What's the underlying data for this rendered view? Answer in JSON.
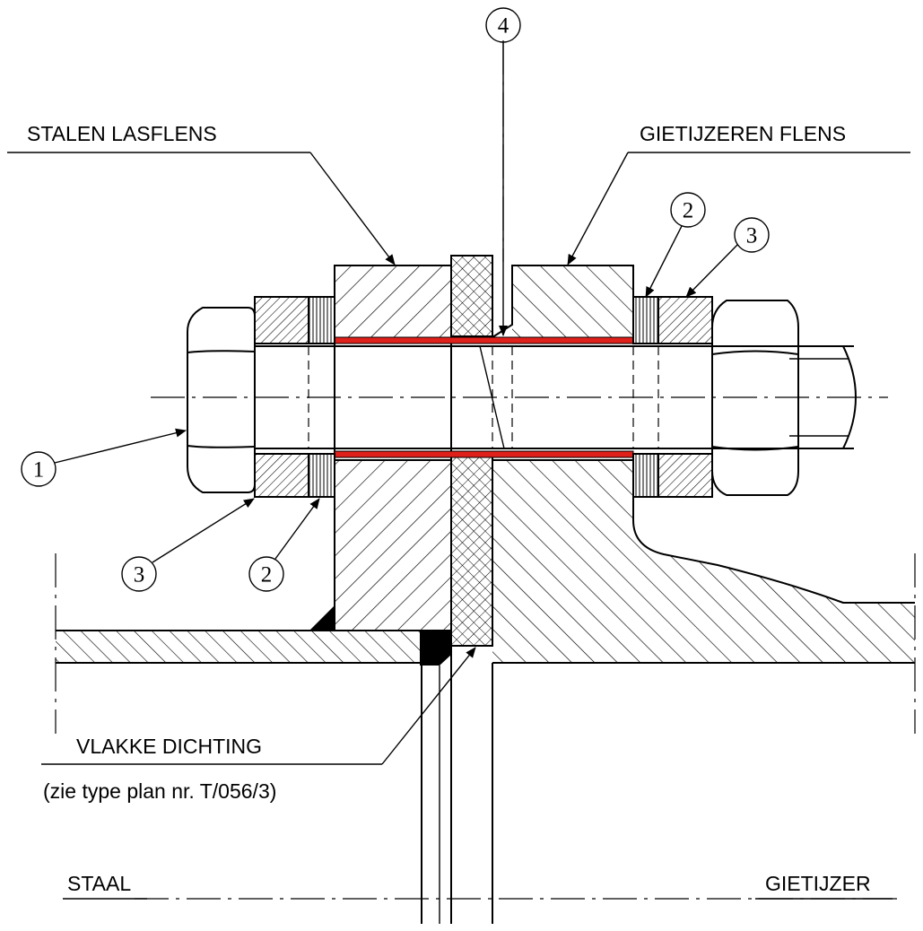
{
  "labels": {
    "steel_flange": "STALEN LASFLENS",
    "cast_iron_flange": "GIETIJZEREN FLENS",
    "flat_gasket": "VLAKKE DICHTING",
    "gasket_reference": "(zie type plan nr. T/056/3)",
    "steel": "STAAL",
    "cast_iron": "GIETIJZER"
  },
  "callouts": {
    "bolt": "1",
    "washer_left": "2",
    "washer_right": "2",
    "nut_washer_left": "3",
    "nut_washer_right": "3",
    "sleeve": "4"
  },
  "colors": {
    "insulating_sleeve": "#e0201a",
    "line": "#000000",
    "weld": "#000000"
  }
}
